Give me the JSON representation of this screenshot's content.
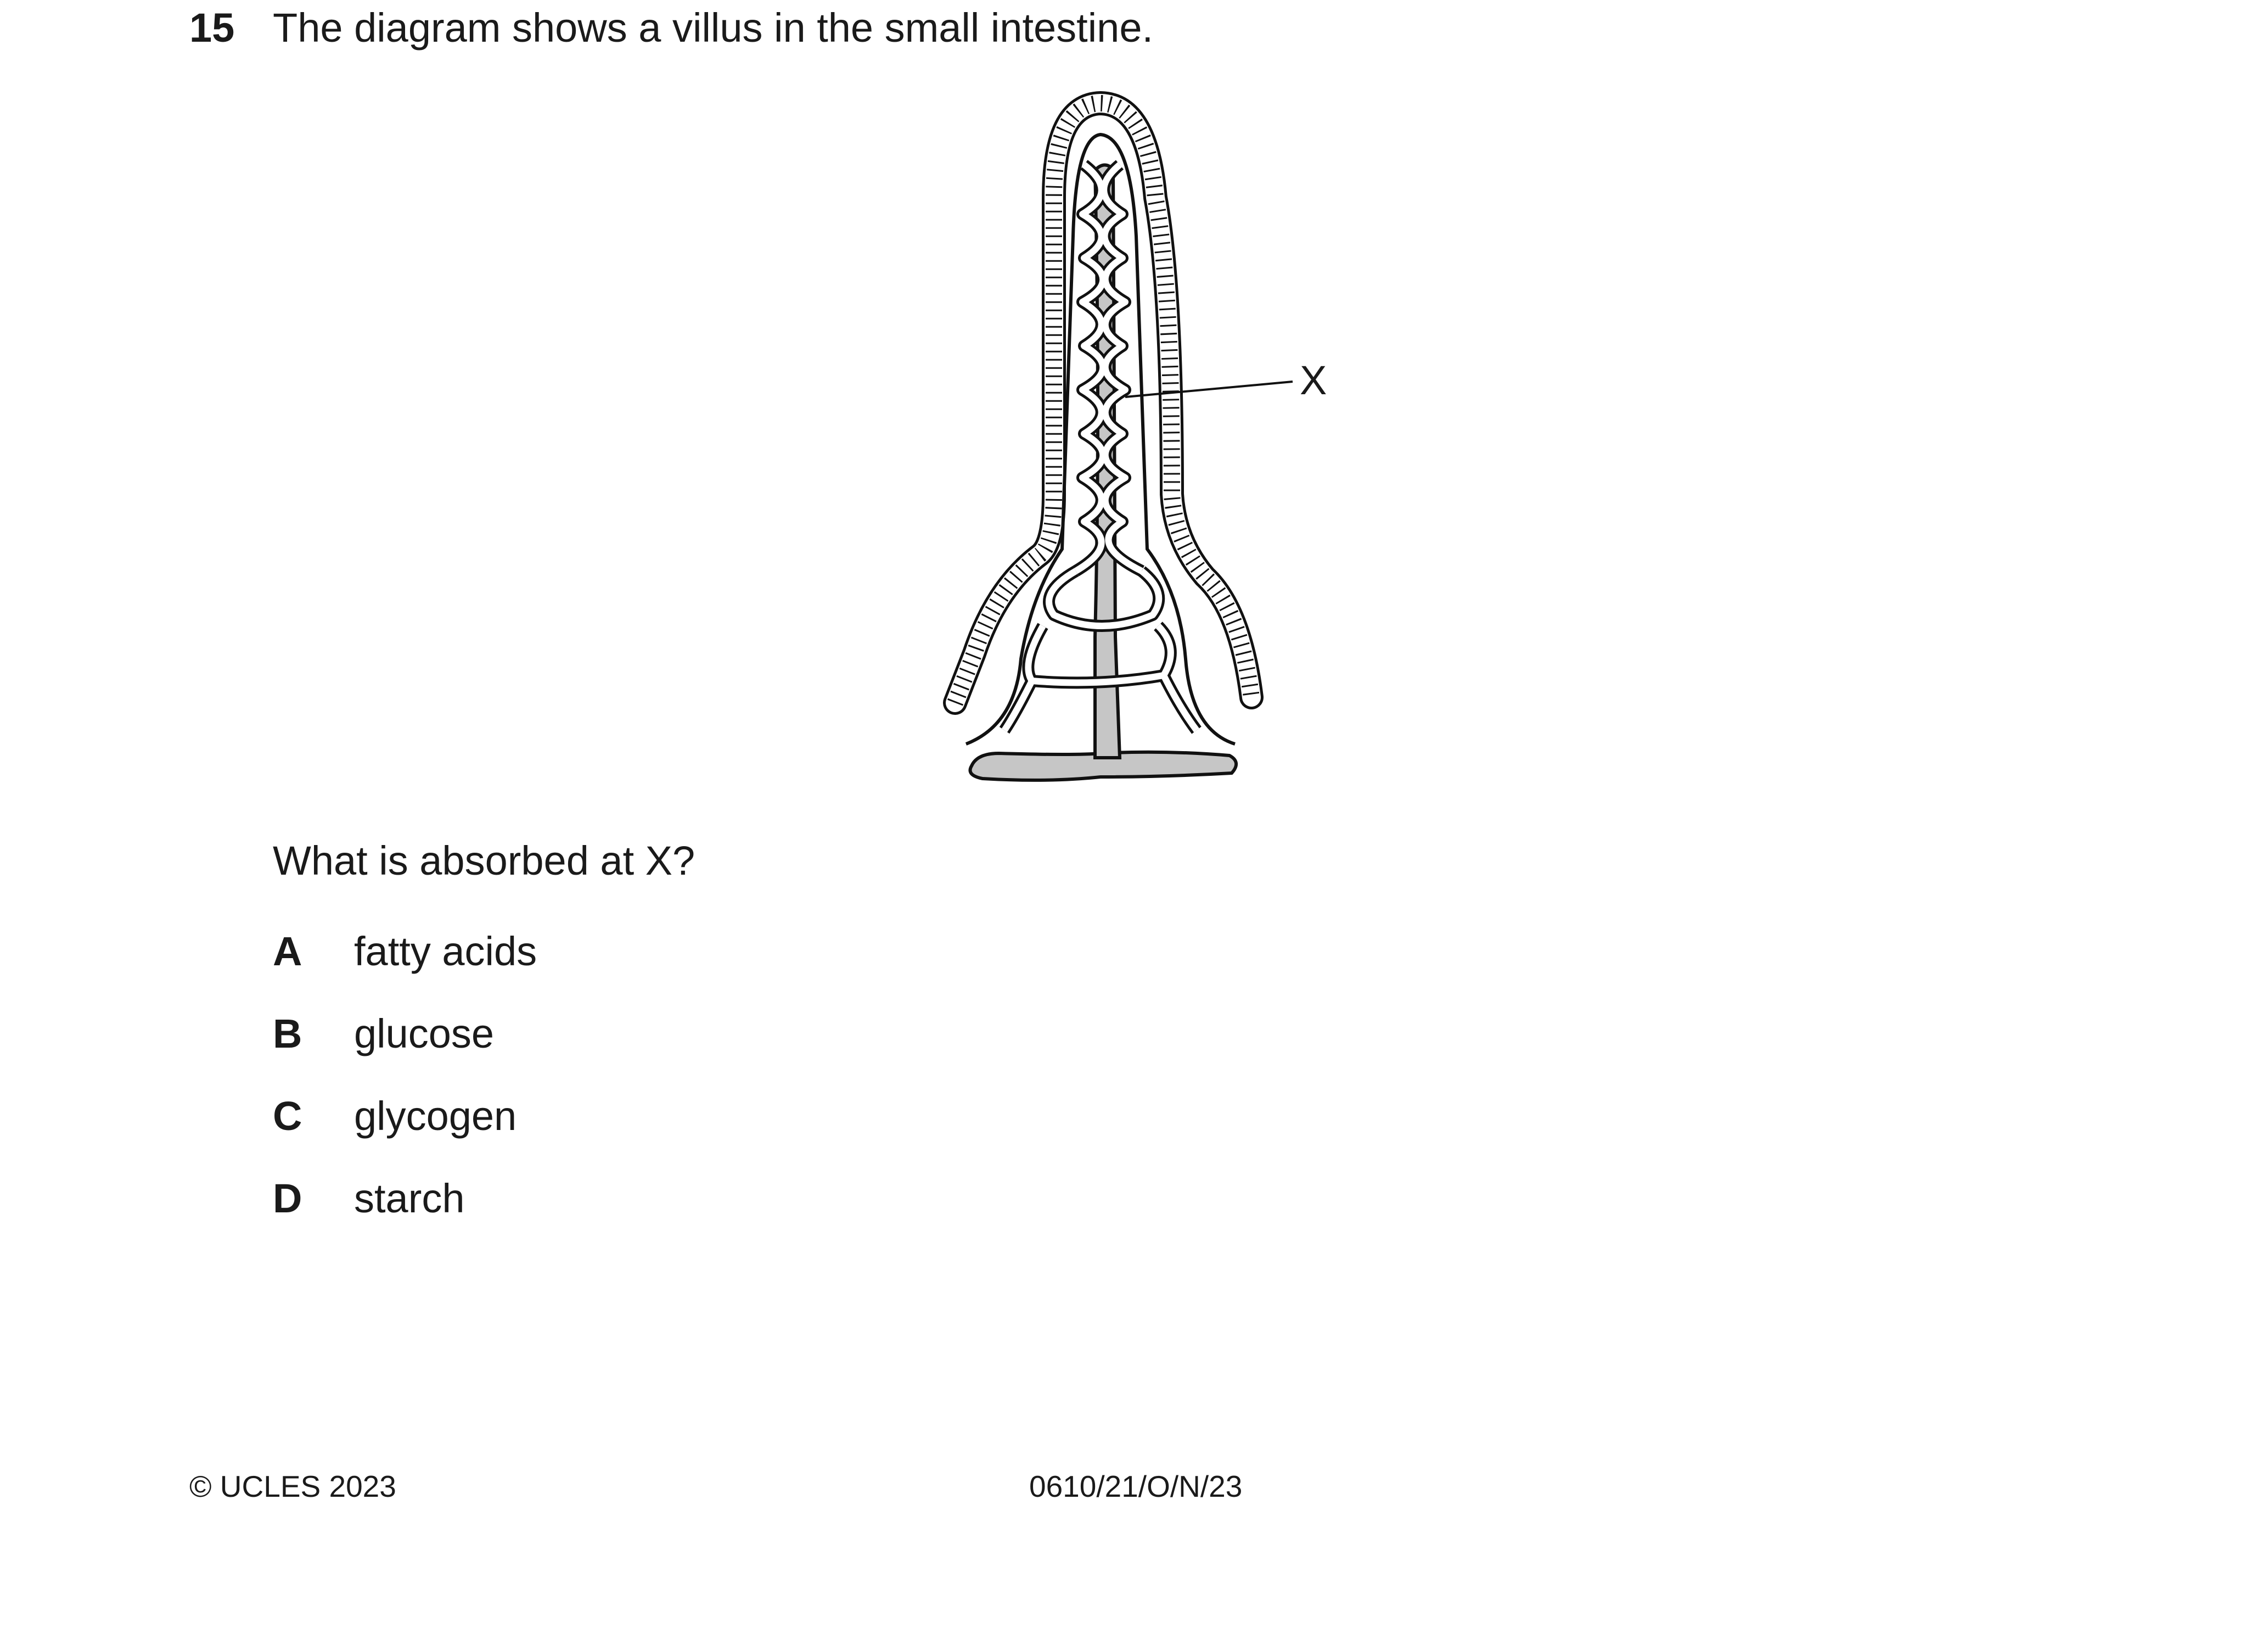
{
  "question": {
    "number": "15",
    "text": "The diagram shows a villus in the small intestine.",
    "diagram_label": "X",
    "prompt": "What is absorbed at X?",
    "options": [
      {
        "letter": "A",
        "text": "fatty acids"
      },
      {
        "letter": "B",
        "text": "glucose"
      },
      {
        "letter": "C",
        "text": "glycogen"
      },
      {
        "letter": "D",
        "text": "starch"
      }
    ]
  },
  "footer": {
    "copyright": "© UCLES 2023",
    "code": "0610/21/O/N/23"
  }
}
